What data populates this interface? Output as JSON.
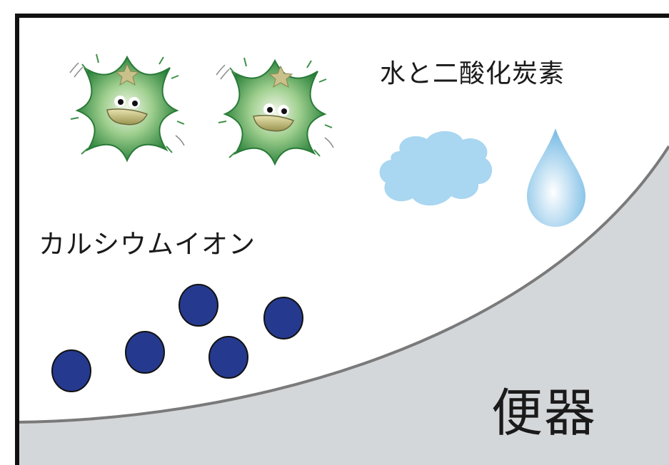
{
  "labels": {
    "water_co2": "水と二酸化炭素",
    "calcium_ion": "カルシウムイオン",
    "toilet": "便器"
  },
  "colors": {
    "frame": "#111111",
    "toilet_surface": "#d4d7d9",
    "surface_edge": "#7a7a7a",
    "calcium_ion": "#253a8e",
    "germ_green": "#2f8a3c",
    "co2_cloud": "#a9d6f0",
    "water_drop": "#8ec6e8"
  },
  "icons": {
    "germs": [
      "germ-icon",
      "germ-icon"
    ],
    "co2": "cloud-icon",
    "water": "water-drop-icon",
    "ions": [
      "calcium-ion-icon",
      "calcium-ion-icon",
      "calcium-ion-icon",
      "calcium-ion-icon",
      "calcium-ion-icon"
    ]
  }
}
